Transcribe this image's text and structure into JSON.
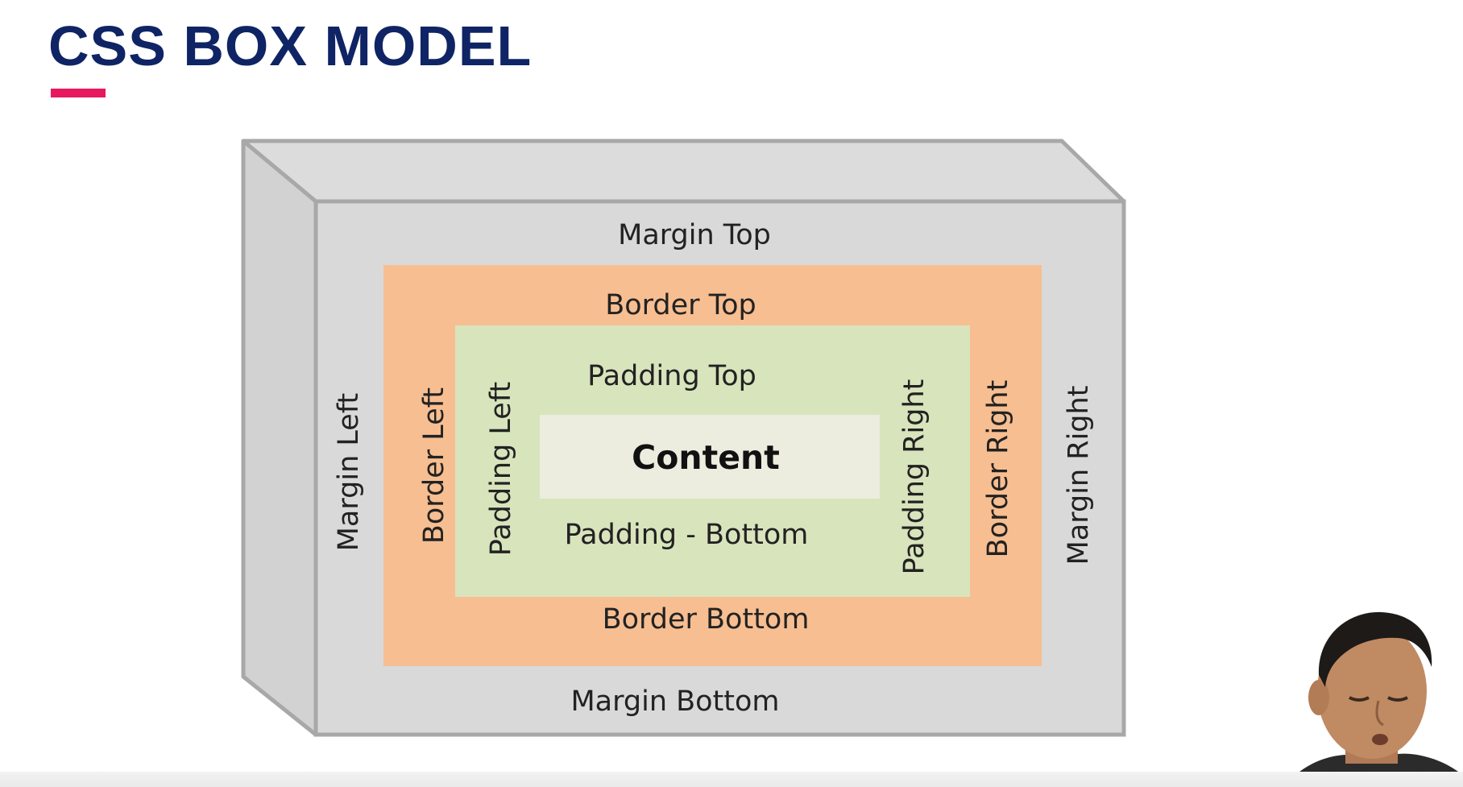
{
  "slide": {
    "title": "CSS BOX MODEL",
    "accent_color": "#e8185e",
    "title_color": "#0f2464"
  },
  "diagram": {
    "margin": {
      "top": "Margin Top",
      "left": "Margin Left",
      "right": "Margin Right",
      "bottom": "Margin Bottom",
      "color": "#d9d9d9"
    },
    "border": {
      "top": "Border Top",
      "left": "Border Left",
      "right": "Border Right",
      "bottom": "Border Bottom",
      "color": "#f7be91"
    },
    "padding": {
      "top": "Padding Top",
      "left": "Padding Left",
      "right": "Padding Right",
      "bottom": "Padding - Bottom",
      "color": "#d8e4bc"
    },
    "content": {
      "label": "Content",
      "color": "#ececdf"
    }
  },
  "presenter": {
    "icon": "presenter-webcam"
  }
}
